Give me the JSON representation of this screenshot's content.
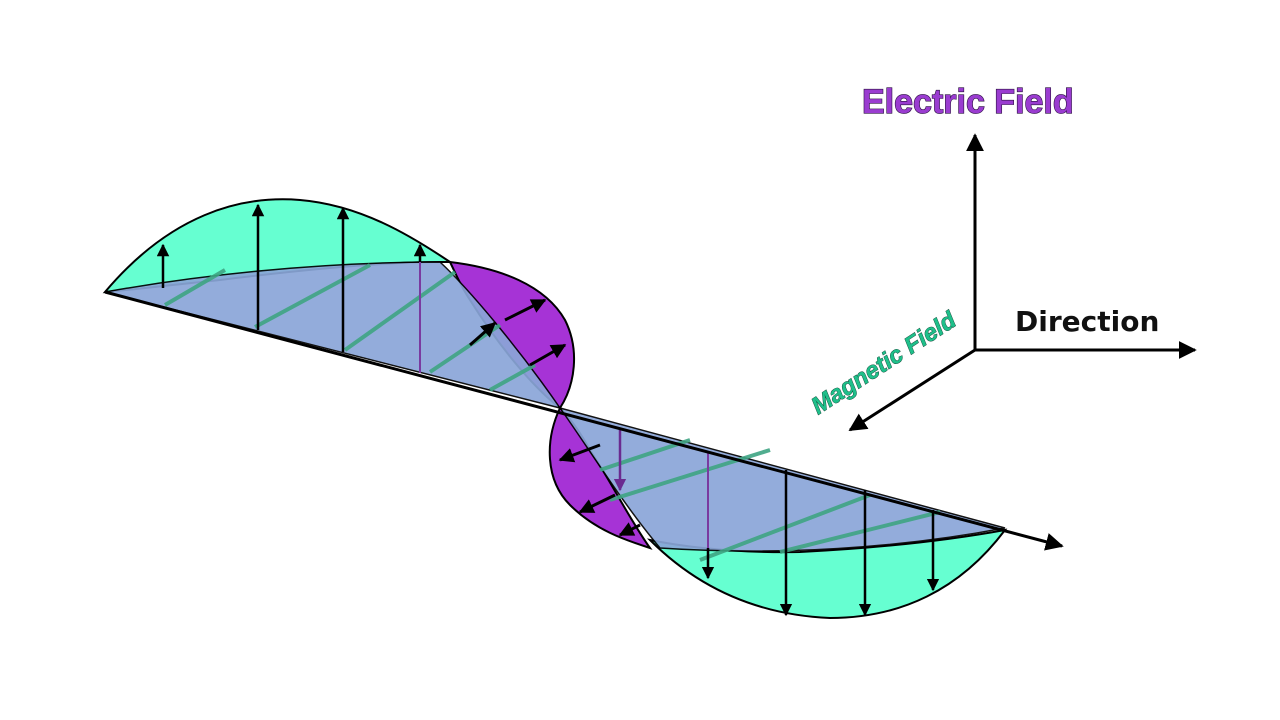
{
  "labels": {
    "electric": "Electric Field",
    "direction": "Direction",
    "magnetic": "Magnetic Field"
  },
  "colors": {
    "electric_fill": "#66ffd1",
    "magnetic_fill": "#a633d6",
    "overlap_fill": "#8aa6d8",
    "electric_label": "#9a3cd0",
    "magnetic_label": "#1fbf8a",
    "stroke": "#000000"
  }
}
